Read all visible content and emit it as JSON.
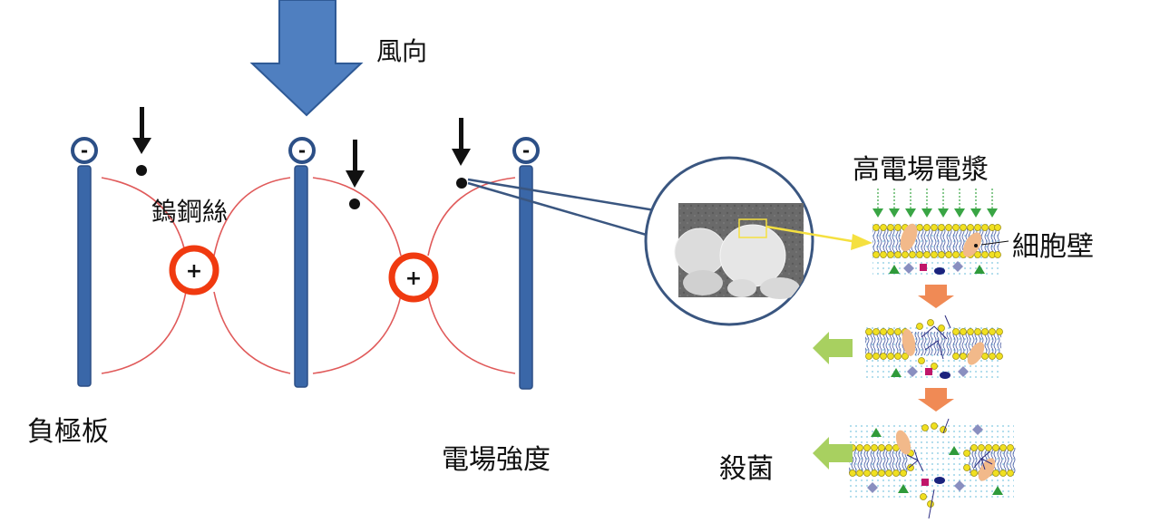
{
  "labels": {
    "wind_direction": "風向",
    "tungsten_wire": "鎢鋼絲",
    "negative_plate": "負極板",
    "field_strength": "電場強度",
    "high_field_plasma": "高電場電漿",
    "cell_wall": "細胞壁",
    "sterilization": "殺菌"
  },
  "symbols": {
    "negative": "-",
    "positive": "+"
  },
  "colors": {
    "plate_blue": "#3a67a8",
    "plate_dark": "#2c4f86",
    "field_line_red": "#e05a5a",
    "positive_ring": "#f03a10",
    "wind_arrow": "#4f7fc0",
    "magnifier_ring": "#3a5680",
    "pointer_yellow": "#f5e040",
    "stage_arrow": "#f08a55",
    "back_arrow": "#a8d060",
    "lipid_head": "#f0e020"
  },
  "icons": [
    "down-arrow-icon",
    "negative-terminal-icon",
    "positive-electrode-icon",
    "magnifier-icon"
  ]
}
